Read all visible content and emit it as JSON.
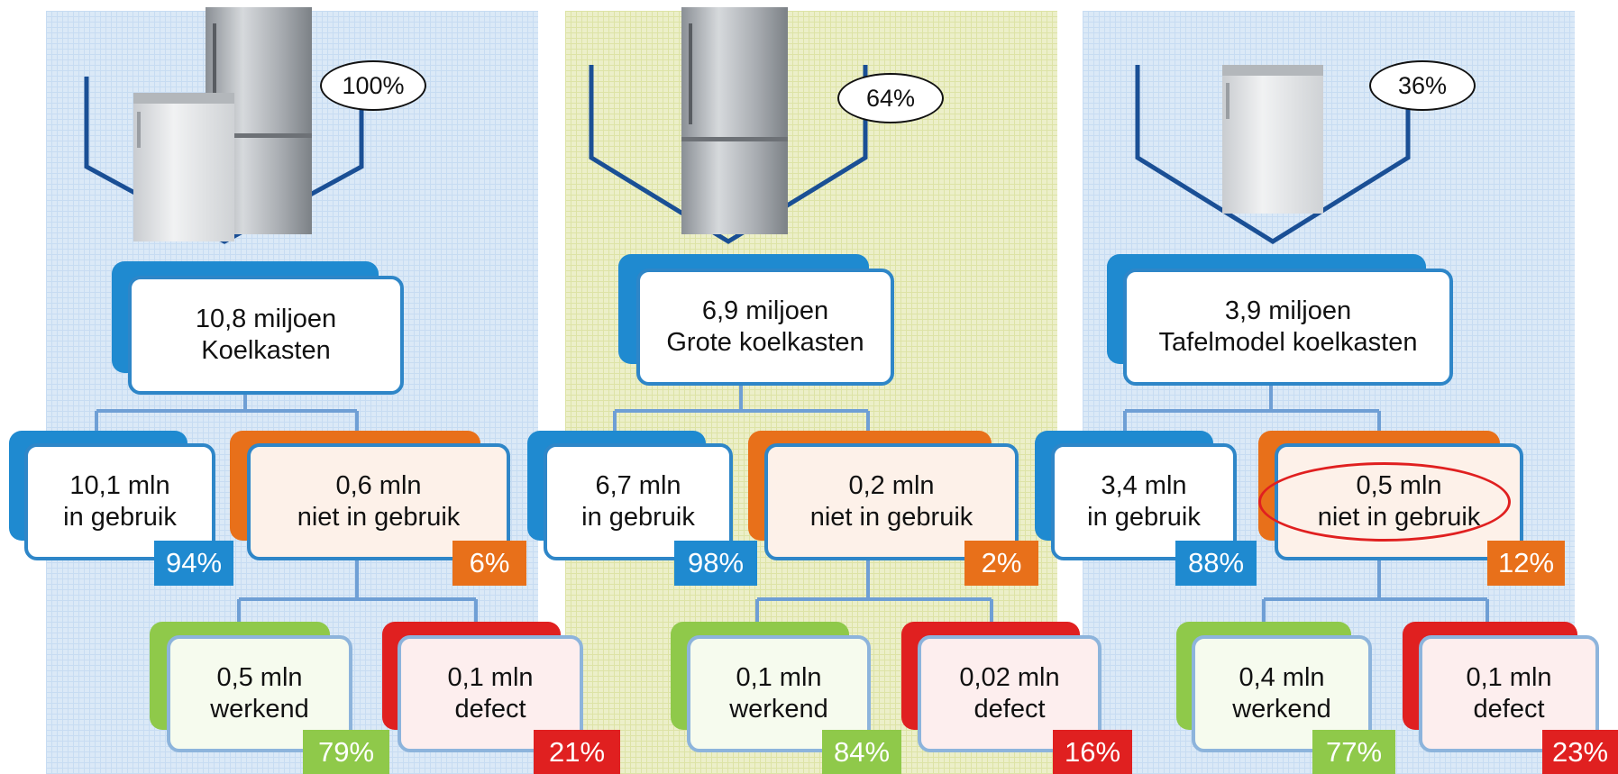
{
  "colors": {
    "blue": "#1f8ad0",
    "orange": "#e8701a",
    "green": "#8fc94a",
    "red": "#e02020",
    "border": "#2e86c8"
  },
  "panels": [
    {
      "share": "100%",
      "total_line1": "10,8 miljoen",
      "total_line2": "Koelkasten",
      "in_use": {
        "l1": "10,1 mln",
        "l2": "in gebruik",
        "pct": "94%"
      },
      "not_in_use": {
        "l1": "0,6 mln",
        "l2": "niet in gebruik",
        "pct": "6%"
      },
      "working": {
        "l1": "0,5 mln",
        "l2": "werkend",
        "pct": "79%"
      },
      "defect": {
        "l1": "0,1 mln",
        "l2": "defect",
        "pct": "21%"
      }
    },
    {
      "share": "64%",
      "total_line1": "6,9 miljoen",
      "total_line2": "Grote koelkasten",
      "in_use": {
        "l1": "6,7 mln",
        "l2": "in gebruik",
        "pct": "98%"
      },
      "not_in_use": {
        "l1": "0,2 mln",
        "l2": "niet in gebruik",
        "pct": "2%"
      },
      "working": {
        "l1": "0,1 mln",
        "l2": "werkend",
        "pct": "84%"
      },
      "defect": {
        "l1": "0,02 mln",
        "l2": "defect",
        "pct": "16%"
      }
    },
    {
      "share": "36%",
      "total_line1": "3,9 miljoen",
      "total_line2": "Tafelmodel koelkasten",
      "in_use": {
        "l1": "3,4 mln",
        "l2": "in gebruik",
        "pct": "88%"
      },
      "not_in_use": {
        "l1": "0,5 mln",
        "l2": "niet in gebruik",
        "pct": "12%"
      },
      "working": {
        "l1": "0,4 mln",
        "l2": "werkend",
        "pct": "77%"
      },
      "defect": {
        "l1": "0,1 mln",
        "l2": "defect",
        "pct": "23%"
      }
    }
  ]
}
